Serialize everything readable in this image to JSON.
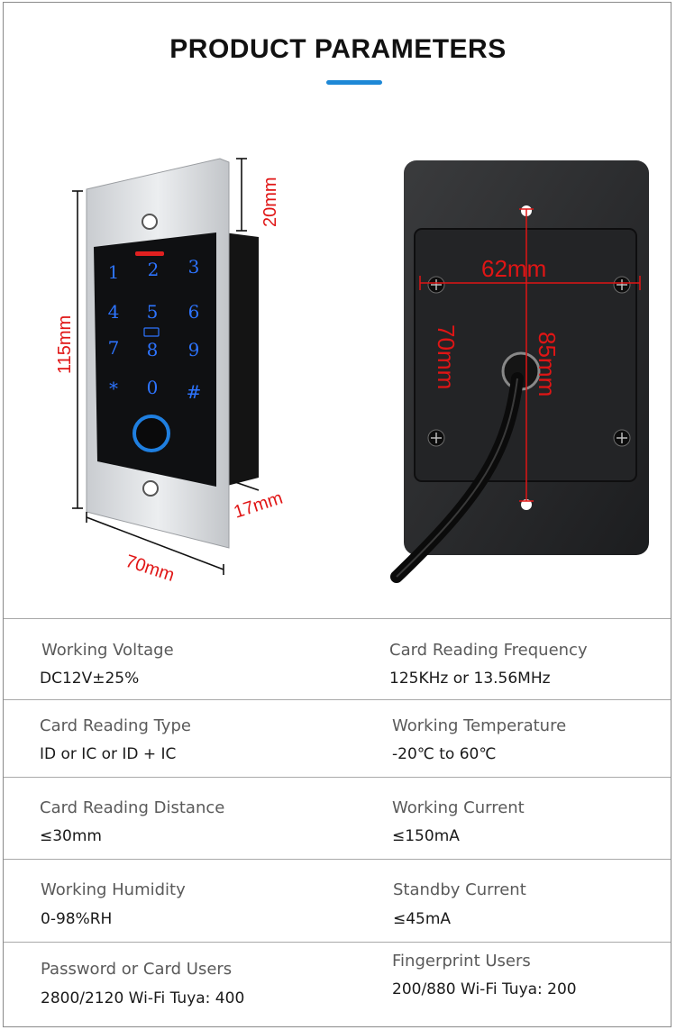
{
  "header": {
    "title": "PRODUCT PARAMETERS",
    "accent_color": "#1e88d6"
  },
  "figure": {
    "dimensions": {
      "height": "115mm",
      "width": "70mm",
      "top_offset": "20mm",
      "depth": "17mm",
      "back_width": "62mm",
      "back_height": "70mm",
      "hole_spacing": "85mm"
    },
    "keypad": {
      "keys": [
        "1",
        "2",
        "3",
        "4",
        "5",
        "6",
        "7",
        "8",
        "9",
        "*",
        "0",
        "#"
      ],
      "fingerprint_ring_color": "#1f7fe0",
      "key_color": "#2d74ff",
      "indicator_color": "#e02020"
    },
    "annotation_color": "#e01515"
  },
  "specs": [
    {
      "label": "Working Voltage",
      "value": "DC12V±25%"
    },
    {
      "label": "Card Reading Frequency",
      "value": "125KHz or 13.56MHz"
    },
    {
      "label": "Card Reading Type",
      "value": "ID or IC or ID + IC"
    },
    {
      "label": "Working Temperature",
      "value": "-20℃ to 60℃"
    },
    {
      "label": "Card Reading Distance",
      "value": "≤30mm"
    },
    {
      "label": "Working Current",
      "value": "≤150mA"
    },
    {
      "label": "Working Humidity",
      "value": "0-98%RH"
    },
    {
      "label": "Standby Current",
      "value": "≤45mA"
    },
    {
      "label": "Password or Card Users",
      "value": "2800/2120  Wi-Fi Tuya: 400"
    },
    {
      "label": "Fingerprint Users",
      "value": "200/880  Wi-Fi Tuya: 200"
    }
  ]
}
